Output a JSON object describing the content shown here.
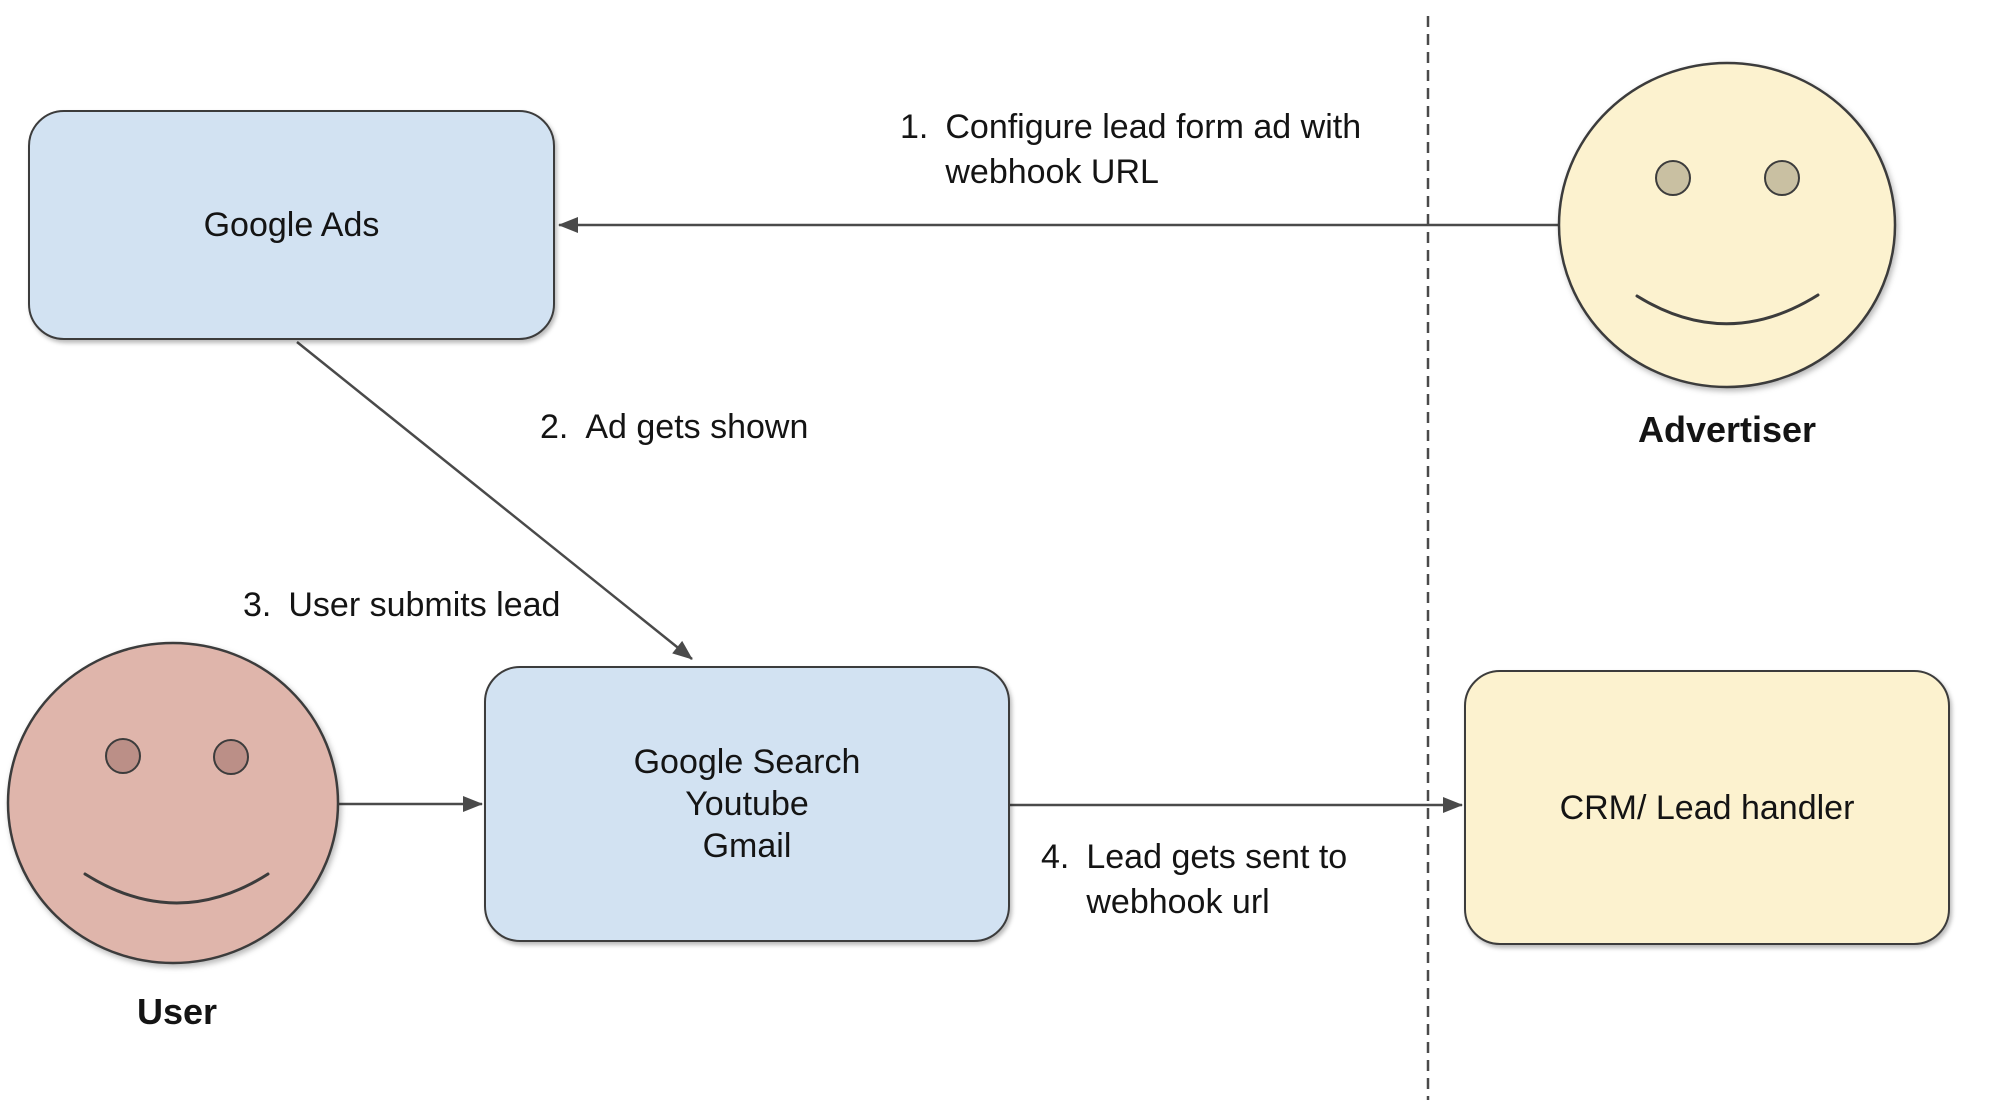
{
  "diagram": {
    "boxes": {
      "google_ads": {
        "label": "Google Ads"
      },
      "google_surfaces": {
        "lines": [
          "Google Search",
          "Youtube",
          "Gmail"
        ]
      },
      "crm": {
        "label": "CRM/ Lead handler"
      }
    },
    "actors": {
      "advertiser": {
        "label": "Advertiser"
      },
      "user": {
        "label": "User"
      }
    },
    "steps": {
      "step1": {
        "num": "1.",
        "lines": [
          "Configure lead form ad with",
          "webhook URL"
        ]
      },
      "step2": {
        "num": "2.",
        "lines": [
          "Ad gets shown"
        ]
      },
      "step3": {
        "num": "3.",
        "lines": [
          "User submits lead"
        ]
      },
      "step4": {
        "num": "4.",
        "lines": [
          "Lead gets sent to",
          "webhook url"
        ]
      }
    },
    "colors": {
      "box_blue": "#d2e2f2",
      "box_yellow": "#fcf2cf",
      "face_pink": "#dfb5ab",
      "eye_rose": "#bb8f87",
      "eye_olive": "#c9c0a2",
      "stroke_color": "#3c3c3c",
      "arrow": "#4a4a4a"
    }
  }
}
